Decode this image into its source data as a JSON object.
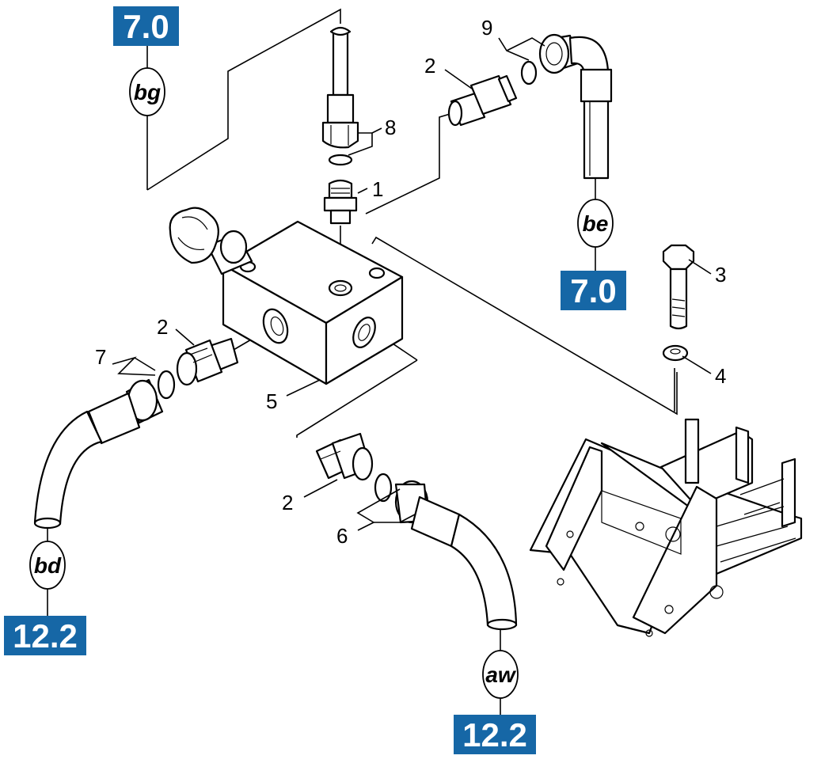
{
  "diagram": {
    "part_numbers": [
      "1",
      "2",
      "2",
      "2",
      "2",
      "3",
      "4",
      "5",
      "6",
      "7",
      "8",
      "9"
    ],
    "connection_tags": [
      "bg",
      "be",
      "bd",
      "aw"
    ],
    "section_refs": [
      "7.0",
      "7.0",
      "12.2",
      "12.2"
    ],
    "colors": {
      "section_badge": "#1667a6",
      "badge_text": "#ffffff",
      "line": "#000000"
    }
  }
}
